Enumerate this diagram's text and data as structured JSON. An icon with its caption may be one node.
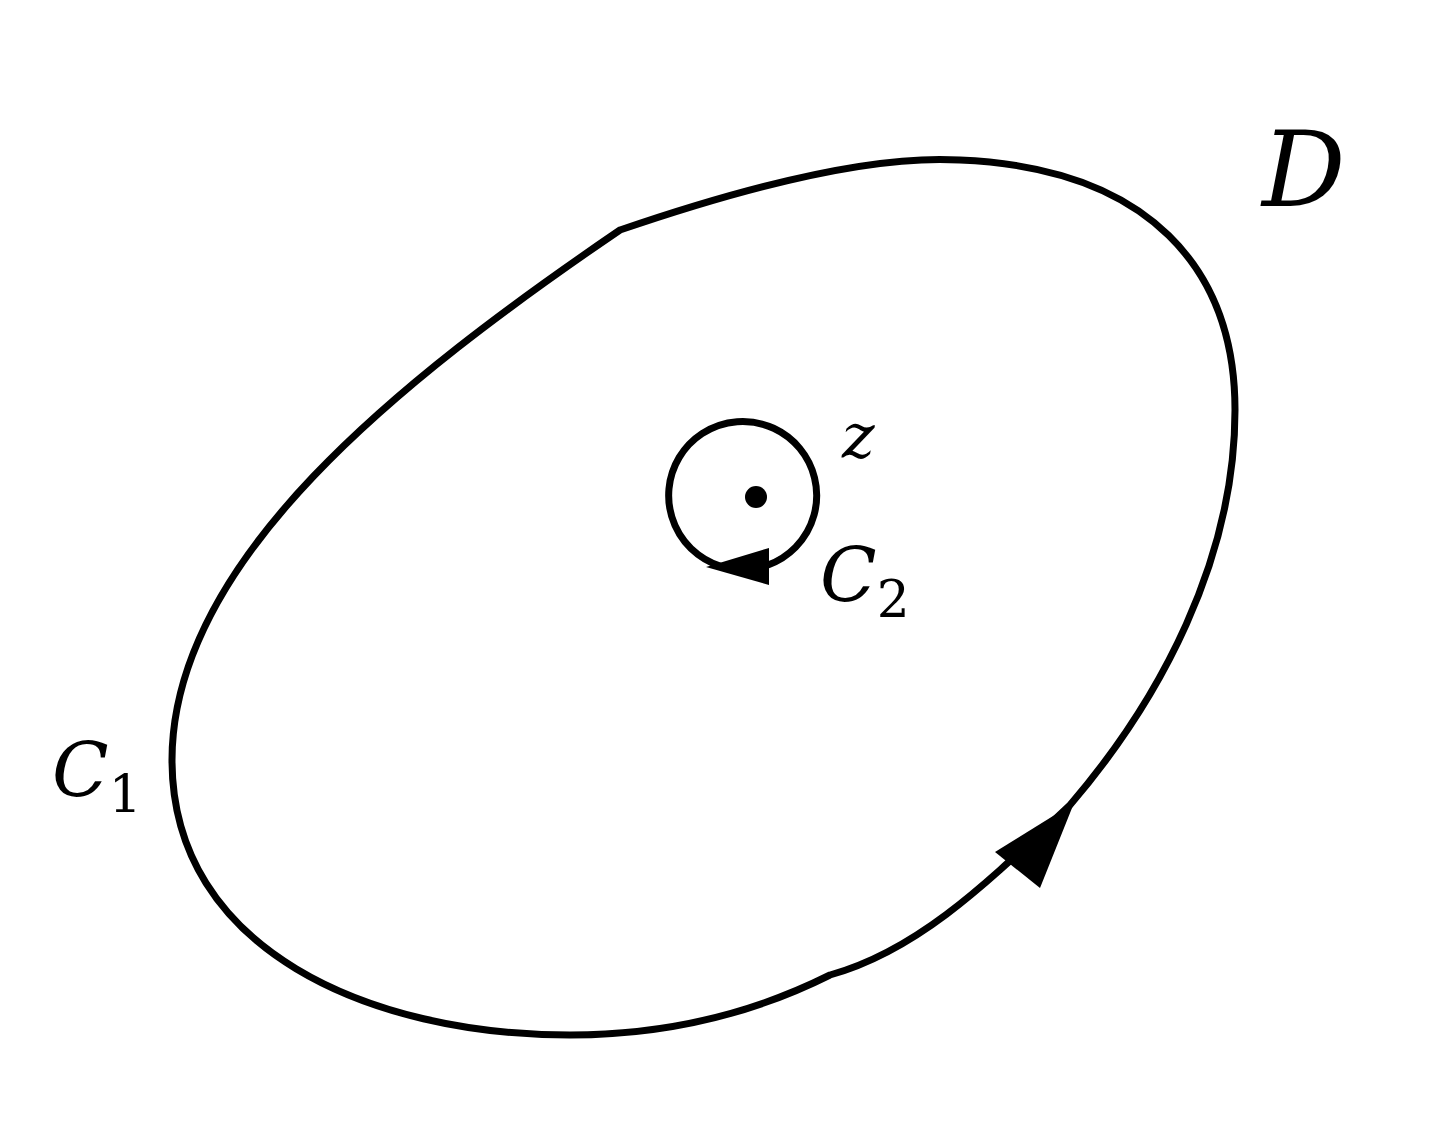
{
  "diagram": {
    "labels": [
      "D",
      "z",
      "C$_{2}$",
      "C$_{1}$"
    ]
  }
}
